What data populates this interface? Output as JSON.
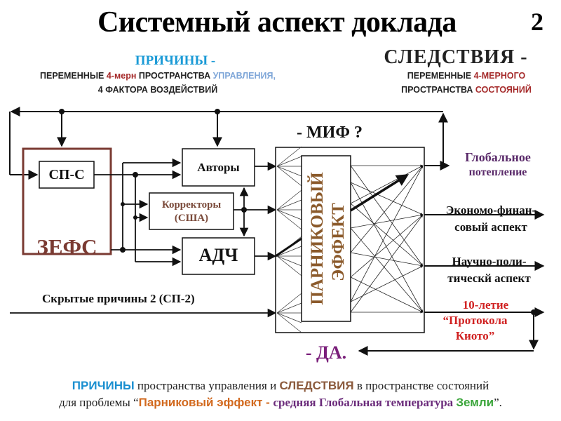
{
  "header": {
    "title": "Системный аспект доклада",
    "slide_number": "2"
  },
  "causes": {
    "heading": "ПРИЧИНЫ -",
    "line1_a": "ПЕРЕМЕННЫЕ ",
    "line1_b": "4-мерн",
    "line1_c": " ПРОСТРАНСТВА ",
    "line1_d": "УПРАВЛЕНИЯ,",
    "line2": "4 ФАКТОРА ВОЗДЕЙСТВИЙ"
  },
  "effects": {
    "heading": "СЛЕДСТВИЯ -",
    "line1_a": "ПЕРЕМЕННЫЕ ",
    "line1_b": "4-МЕРНОГО",
    "line2_a": "ПРОСТРАНСТВА ",
    "line2_b": "СОСТОЯНИЙ"
  },
  "diagram": {
    "zefs_label": "ЗЕФС",
    "sps_label": "СП-С",
    "authors_label": "Авторы",
    "correctors_label_1": "Корректоры",
    "correctors_label_2": "(США)",
    "adch_label": "АДЧ",
    "hidden_causes_label": "Скрытые причины 2 (СП-2)",
    "myth_label": "- МИФ ?",
    "yes_label": "- ДА.",
    "greenhouse_label_1": "ПАРНИКОВЫЙ",
    "greenhouse_label_2": "ЭФФЕКТ",
    "outputs": [
      {
        "line1": "Глобальное",
        "line2": "потепление",
        "color": "#5a2a6a"
      },
      {
        "line1": "Экономо-финан-",
        "line2": "совый аспект",
        "color": "#111111"
      },
      {
        "line1": "Научно-поли-",
        "line2": "тическй аспект",
        "color": "#111111"
      },
      {
        "line1": "10-летие",
        "line2": "“Протокола",
        "line3": "Киото”",
        "color": "#d02020"
      }
    ],
    "colors": {
      "zefs": "#7a3a32",
      "greenhouse_text": "#8b5a2b",
      "correctors": "#7a4a3a",
      "yes": "#7a1f7a"
    }
  },
  "footer": {
    "p1": "ПРИЧИНЫ",
    "p2": " пространства управления  и ",
    "p3": "СЛЕДСТВИЯ",
    "p4": " в пространстве состояний",
    "p5": "для проблемы  “",
    "p6": "Парниковый эффект - ",
    "p7": "средняя Глобальная температура ",
    "p8": "Земли",
    "p9": "”."
  }
}
